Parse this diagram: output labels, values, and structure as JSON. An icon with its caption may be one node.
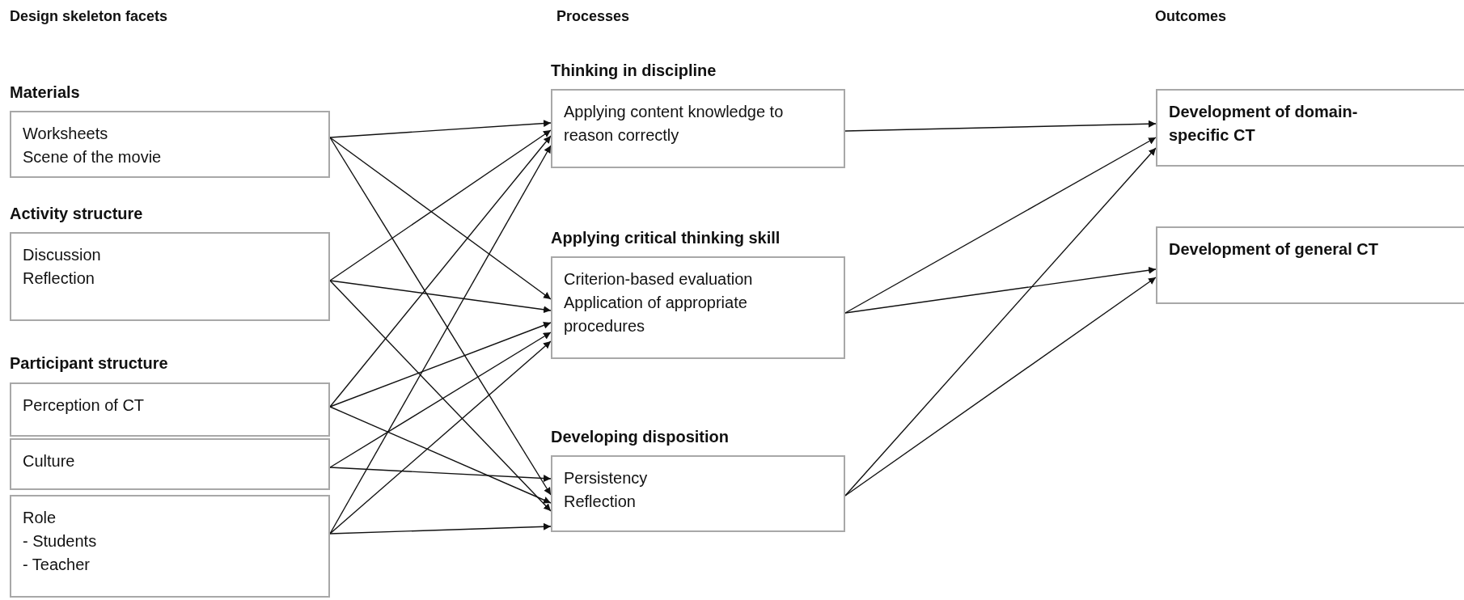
{
  "diagram": {
    "nodes": [
      {
        "text": [
          "Materials",
          "Worksheets",
          "Scene of the movie"
        ]
      },
      {
        "text": [
          "Activity structure",
          "Discussion",
          "Reflection"
        ]
      },
      {
        "text": [
          "Perception of CT"
        ]
      },
      {
        "text": [
          "Culture"
        ]
      },
      {
        "text": [
          "Role",
          "- Students",
          "- Teacher"
        ]
      },
      {
        "text": [
          "Thinking in discipline",
          "Applying content knowledge to reason correctly"
        ]
      },
      {
        "text": [
          "Applying critical thinking skill",
          "Criterion-based evaluation",
          "Application of appropriate procedures"
        ]
      },
      {
        "text": [
          "Developing disposition",
          "Persistency",
          "Reflection"
        ]
      },
      {
        "text": [
          "Development of domain-specific CT"
        ]
      },
      {
        "text": [
          "Development of general CT"
        ]
      }
    ],
    "edges": [
      {
        "from": 0,
        "to": 5,
        "arrow": "to"
      },
      {
        "from": 0,
        "to": 6,
        "arrow": "to"
      },
      {
        "from": 0,
        "to": 7,
        "arrow": "to"
      },
      {
        "from": 1,
        "to": 5,
        "arrow": "to"
      },
      {
        "from": 1,
        "to": 6,
        "arrow": "to"
      },
      {
        "from": 1,
        "to": 7,
        "arrow": "to"
      },
      {
        "from": 2,
        "to": 5,
        "arrow": "to"
      },
      {
        "from": 2,
        "to": 6,
        "arrow": "to"
      },
      {
        "from": 2,
        "to": 7,
        "arrow": "to"
      },
      {
        "from": 3,
        "to": 6,
        "arrow": "to"
      },
      {
        "from": 3,
        "to": 7,
        "arrow": "to"
      },
      {
        "from": 4,
        "to": 5,
        "arrow": "to"
      },
      {
        "from": 4,
        "to": 6,
        "arrow": "to"
      },
      {
        "from": 4,
        "to": 7,
        "arrow": "to"
      },
      {
        "from": 5,
        "to": 8,
        "arrow": "to"
      },
      {
        "from": 6,
        "to": 8,
        "arrow": "to"
      },
      {
        "from": 6,
        "to": 9,
        "arrow": "to"
      },
      {
        "from": 7,
        "to": 8,
        "arrow": "to"
      },
      {
        "from": 7,
        "to": 9,
        "arrow": "to"
      }
    ],
    "labels": [
      "Design skeleton facets",
      "Processes",
      "Outcomes",
      "Participant structure"
    ]
  }
}
